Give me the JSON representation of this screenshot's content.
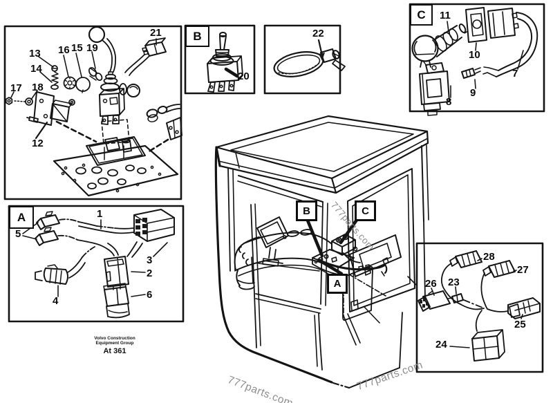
{
  "figure": {
    "watermarks": {
      "diagonal": "777parts.com",
      "bottom_left": "777parts.com",
      "bottom_right": "777parts.com"
    },
    "footer": {
      "company_line1": "Volvo Construction",
      "company_line2": "Equipment Group",
      "figure_code": "At 361"
    }
  },
  "letters": {
    "a": "A",
    "b": "B",
    "c": "C"
  },
  "parts": {
    "n1": "1",
    "n2": "2",
    "n3": "3",
    "n4": "4",
    "n5": "5",
    "n6": "6",
    "n7": "7",
    "n8": "8",
    "n9": "9",
    "n10": "10",
    "n11": "11",
    "n12": "12",
    "n13": "13",
    "n14": "14",
    "n15": "15",
    "n16": "16",
    "n17": "17",
    "n18": "18",
    "n19": "19",
    "n20": "20",
    "n21": "21",
    "n22": "22",
    "n23": "23",
    "n24": "24",
    "n25": "25",
    "n26": "26",
    "n27": "27",
    "n28": "28"
  }
}
